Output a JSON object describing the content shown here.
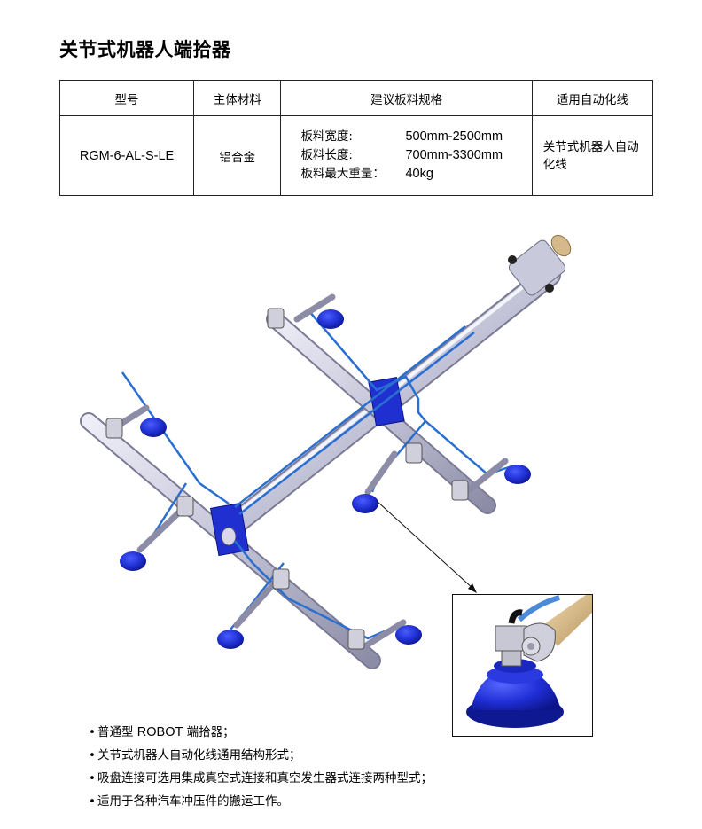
{
  "title": "关节式机器人端拾器",
  "spec_table": {
    "headers": [
      "型号",
      "主体材料",
      "建议板料规格",
      "适用自动化线"
    ],
    "row": {
      "model": "RGM-6-AL-S-LE",
      "material": "铝合金",
      "sheet_specs": [
        {
          "label": "板料宽度:",
          "value": "500mm-2500mm"
        },
        {
          "label": "板料长度:",
          "value": "700mm-3300mm"
        },
        {
          "label": "板料最大重量：",
          "value": "40kg"
        }
      ],
      "line": "关节式机器人自动化线"
    }
  },
  "figure": {
    "main_label": "end-effector-assembly-render",
    "inset_label": "suction-cup-detail",
    "colors": {
      "tube": "#c9c9dc",
      "tube_shade": "#8e8ea8",
      "hose": "#2a6fd0",
      "block": "#1f2fd0",
      "cup": "#2233cc",
      "cup_dark": "#10189a",
      "tan": "#d6b98a"
    }
  },
  "bullets": [
    {
      "dot": "•",
      "pre": "普通型 ",
      "latin": "ROBOT",
      "post": " 端拾器；"
    },
    {
      "dot": "•",
      "pre": "关节式机器人自动化线通用结构形式；",
      "latin": "",
      "post": ""
    },
    {
      "dot": "•",
      "pre": "吸盘连接可选用集成真空式连接和真空发生器式连接两种型式；",
      "latin": "",
      "post": ""
    },
    {
      "dot": "•",
      "pre": "适用于各种汽车冲压件的搬运工作。",
      "latin": "",
      "post": ""
    }
  ]
}
